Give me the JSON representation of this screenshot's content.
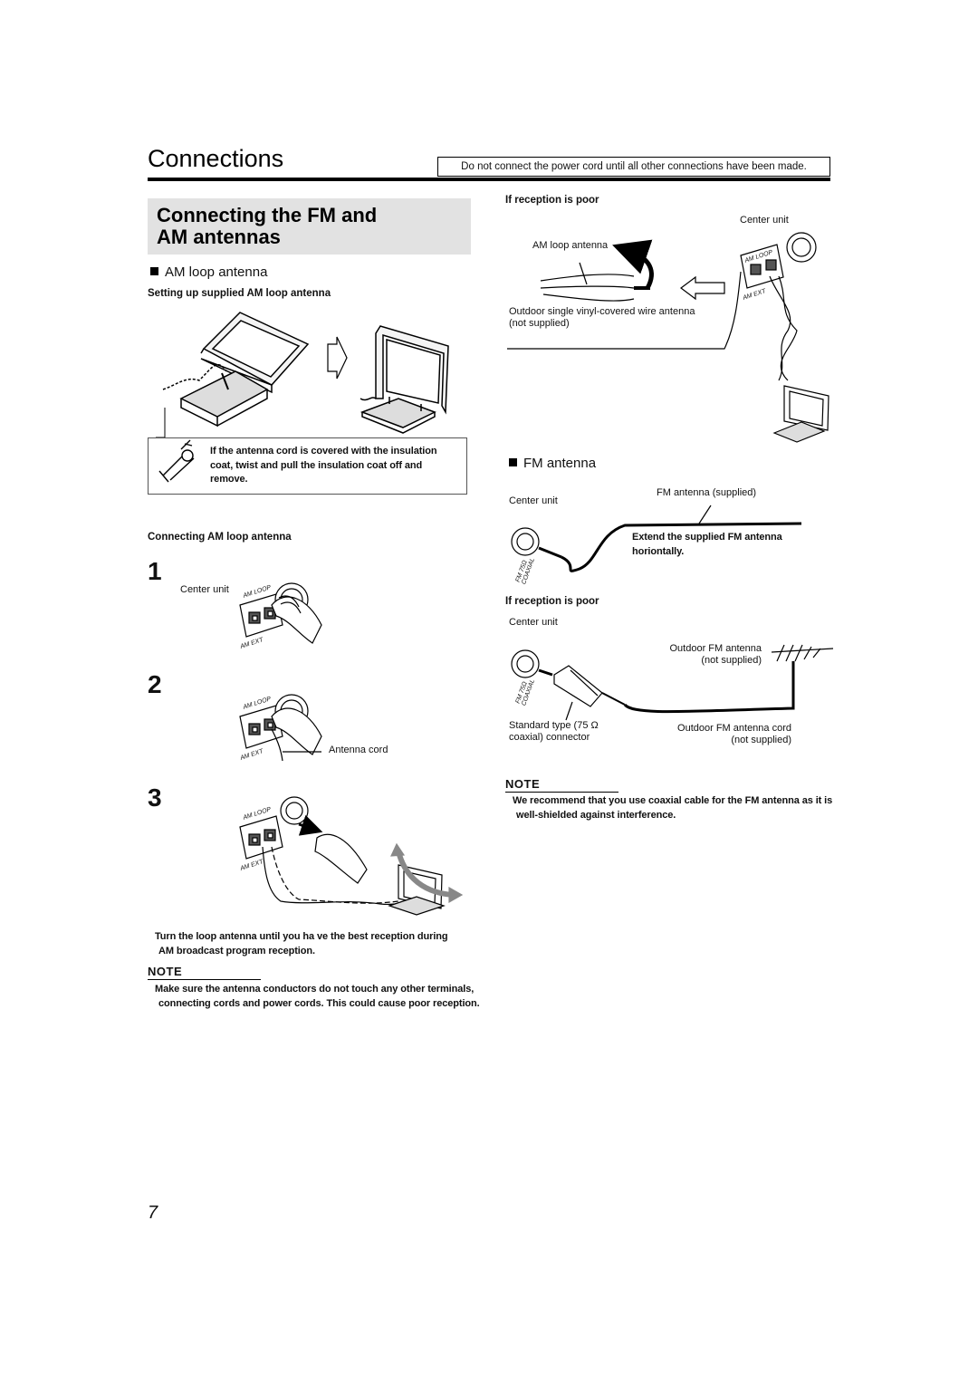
{
  "header": {
    "title": "Connections",
    "notice": "Do not connect the power cord until all other connections have been made."
  },
  "section": {
    "title_line1": "Connecting the FM and",
    "title_line2": "AM antennas"
  },
  "am": {
    "heading": "AM loop antenna",
    "setup_heading": "Setting up supplied AM loop antenna",
    "warning_line1": "If the antenna cord is covered with the insulation",
    "warning_line2": "coat, twist and pull the insulation coat off and",
    "warning_line3": "remove.",
    "connect_heading": "Connecting AM loop antenna",
    "steps": [
      "1",
      "2",
      "3"
    ],
    "center_unit": "Center unit",
    "antenna_cord": "Antenna cord",
    "turn_line1": "Turn the loop antenna until you ha ve the best reception during",
    "turn_line2": "AM broadcast program reception.",
    "note_label": "NOTE",
    "note_line1": "Make sure the antenna conductors do not touch any other terminals,",
    "note_line2": "connecting cords and power cords. This could cause poor reception.",
    "terminal_loop": "AM LOOP",
    "terminal_ext": "AM EXT"
  },
  "am_poor": {
    "heading": "If reception is poor",
    "center_unit": "Center unit",
    "loop_antenna": "AM loop antenna",
    "outdoor_line1": "Outdoor single vinyl-covered wire antenna",
    "outdoor_line2": "(not supplied)"
  },
  "fm": {
    "heading": "FM antenna",
    "center_unit": "Center unit",
    "supplied": "FM antenna (supplied)",
    "extend_line1": "Extend the supplied FM antenna",
    "extend_line2": "horiontally.",
    "poor_heading": "If reception is poor",
    "poor_center_unit": "Center unit",
    "outdoor_line1": "Outdoor FM antenna",
    "outdoor_line2": "(not supplied)",
    "standard_line1": "Standard type (75 Ω",
    "standard_line2": "coaxial) connector",
    "cord_line1": "Outdoor FM antenna cord",
    "cord_line2": "(not supplied)",
    "note_label": "NOTE",
    "note_line1": "We recommend that you use coaxial cable for the FM antenna as it is",
    "note_line2": "well-shielded against interference.",
    "terminal": "FM 75Ω COAXIAL"
  },
  "page_number": "7"
}
